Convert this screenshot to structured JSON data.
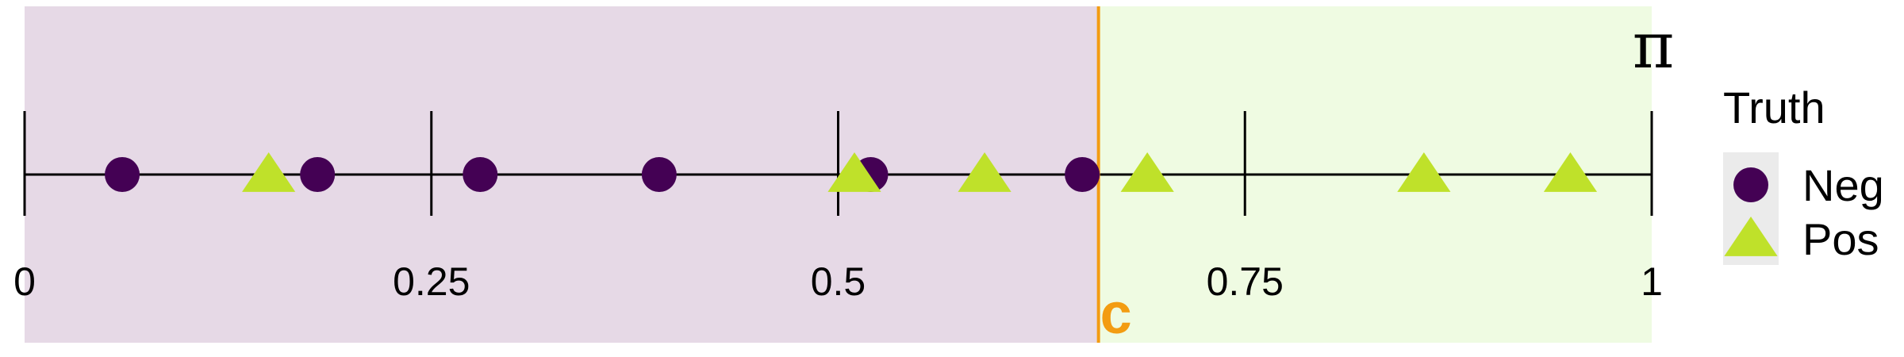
{
  "chart_data": {
    "type": "scatter",
    "xlim": [
      0,
      1
    ],
    "ticks": [
      0,
      0.25,
      0.5,
      0.75,
      1
    ],
    "tick_labels": [
      "0",
      "0.25",
      "0.5",
      "0.75",
      "1"
    ],
    "axis_symbol": "π",
    "cutoff": {
      "label": "c",
      "value": 0.66,
      "color": "#F39C12"
    },
    "regions": {
      "below_cutoff_color": "#E6D9E6",
      "above_cutoff_color": "#EFFBE2"
    },
    "legend": {
      "title": "Truth",
      "placement": "right",
      "entries": [
        "Neg",
        "Pos"
      ],
      "background": "#EBEBEB"
    },
    "series": [
      {
        "name": "Neg",
        "marker": "circle",
        "color": "#440154",
        "x": [
          0.06,
          0.18,
          0.28,
          0.39,
          0.52,
          0.65
        ]
      },
      {
        "name": "Pos",
        "marker": "triangle",
        "color": "#BFE12A",
        "x": [
          0.15,
          0.51,
          0.59,
          0.69,
          0.86,
          0.95
        ]
      }
    ]
  }
}
